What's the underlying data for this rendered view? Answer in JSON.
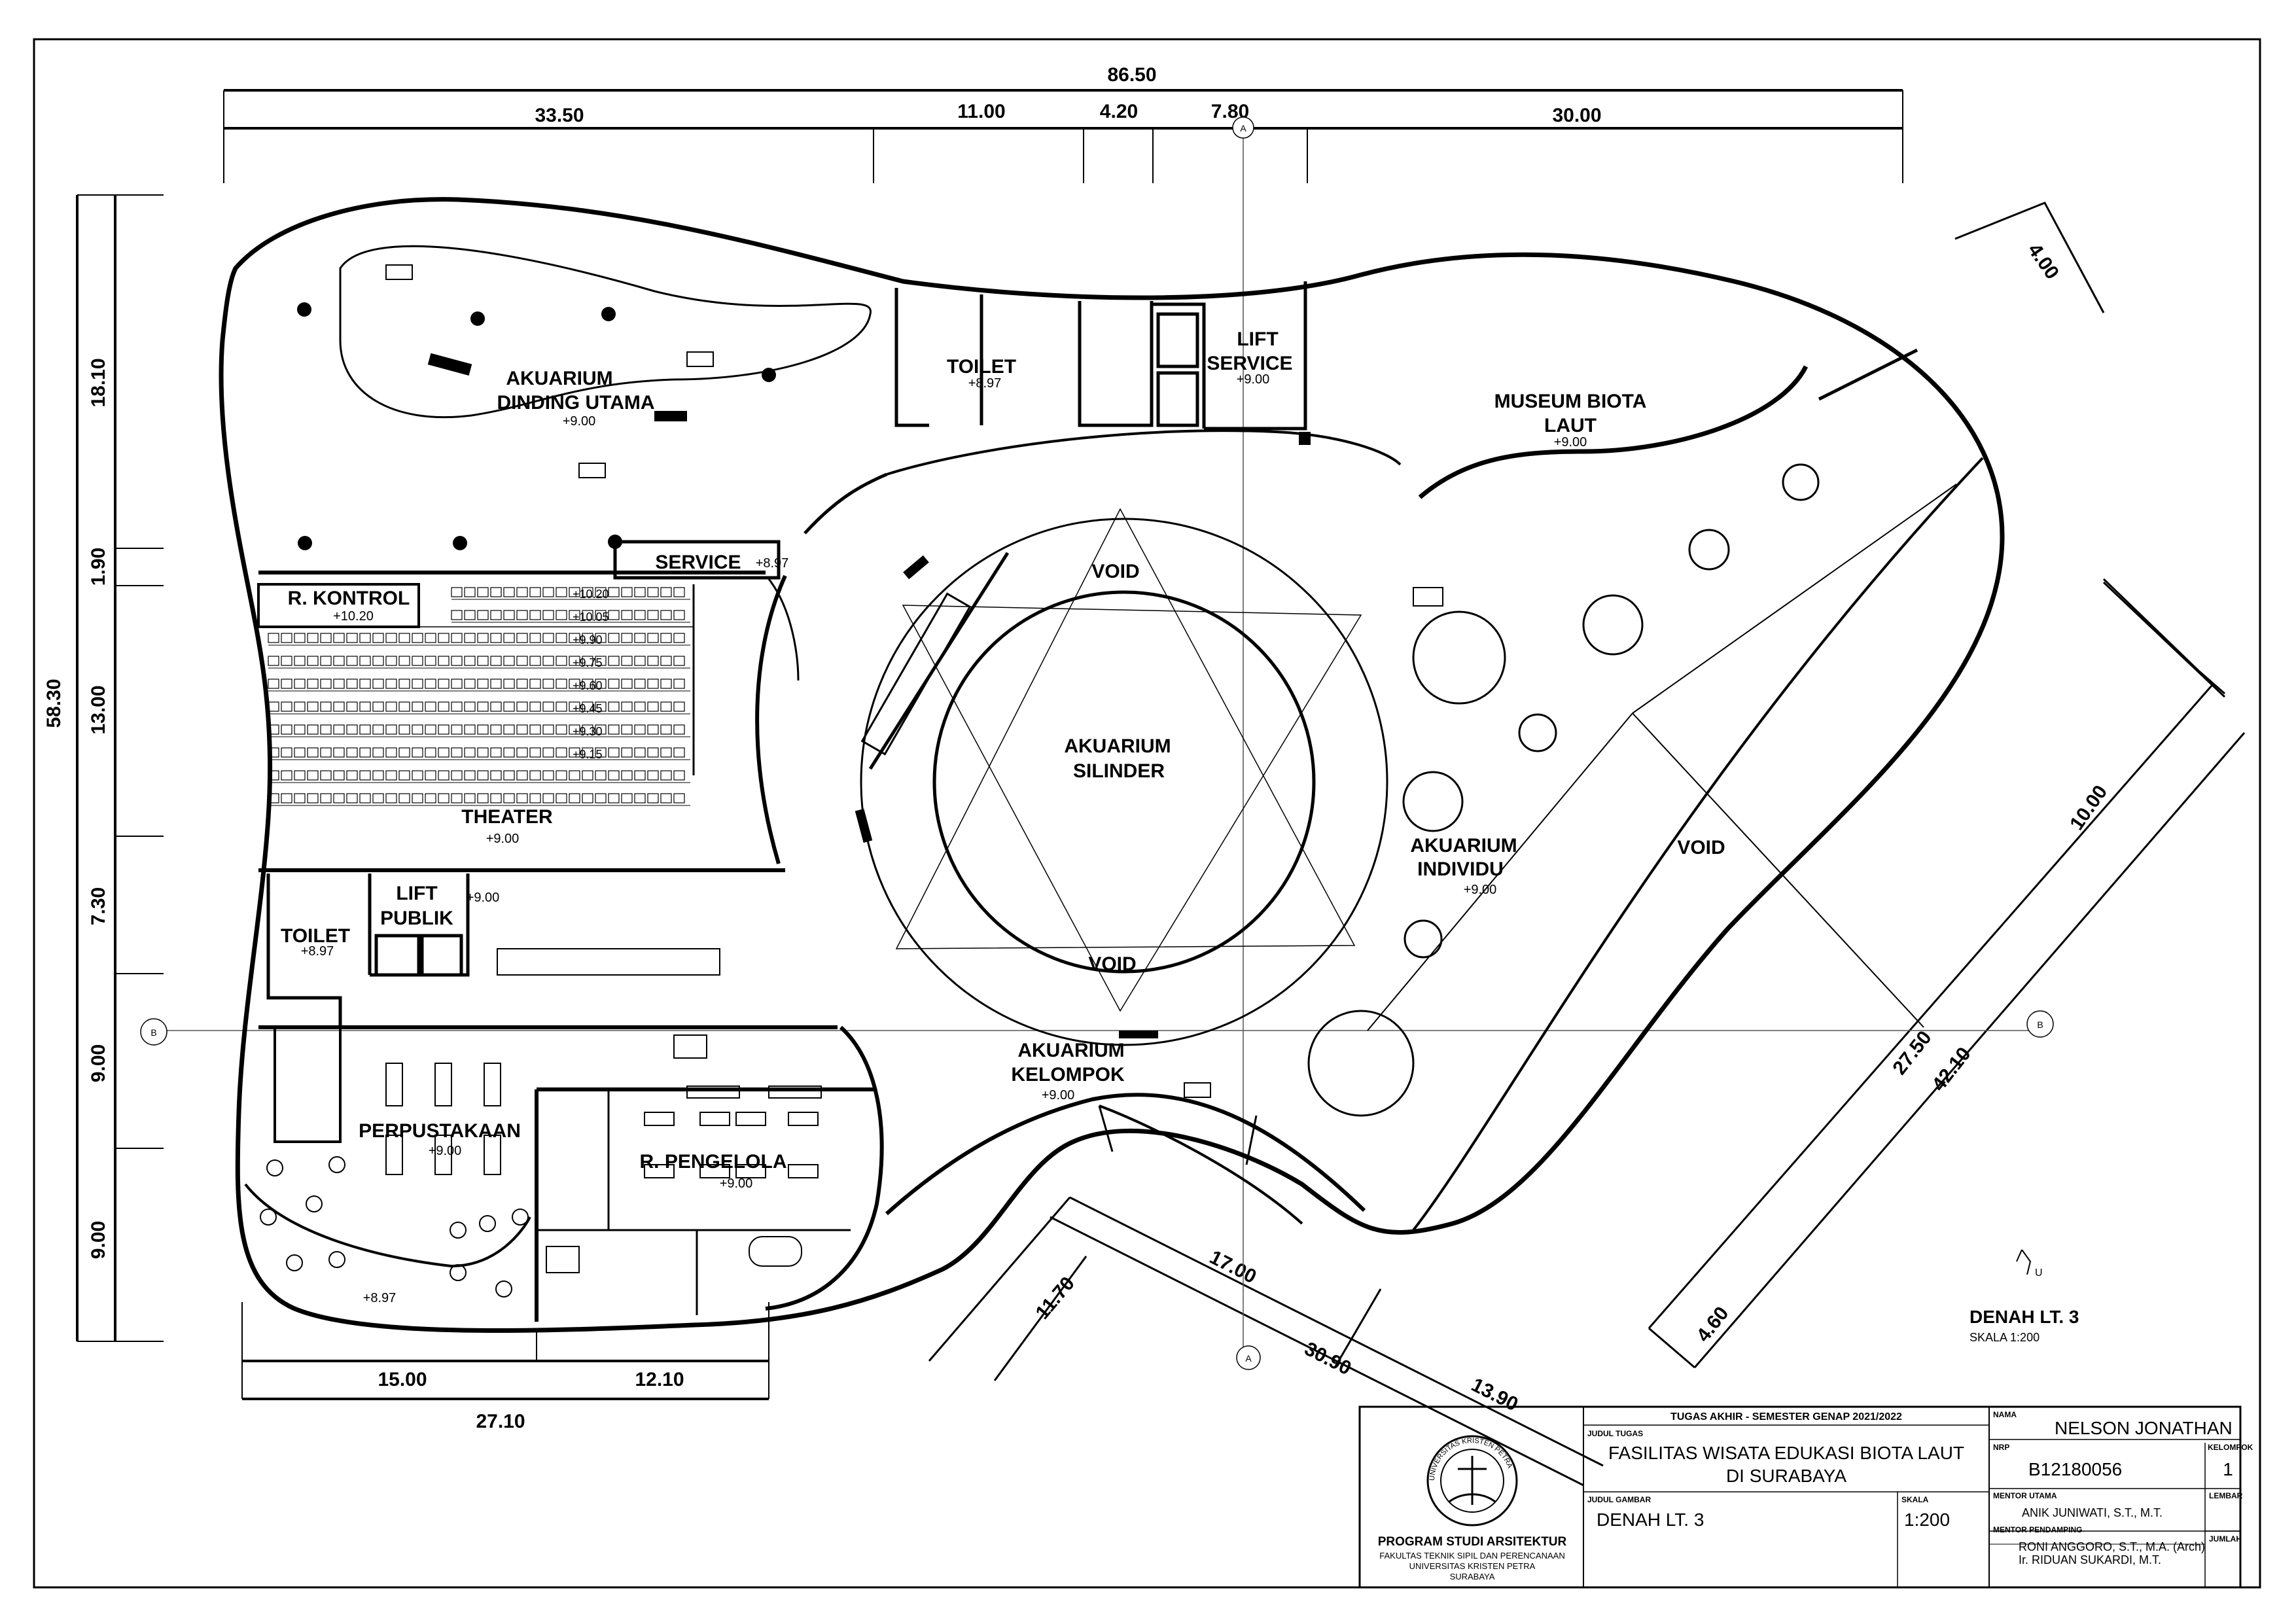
{
  "dimensions": {
    "total_top": "86.50",
    "top_segments": [
      "33.50",
      "11.00",
      "4.20",
      "7.80",
      "30.00"
    ],
    "left_total": "58.30",
    "left_segments": [
      "18.10",
      "1.90",
      "13.00",
      "7.30",
      "9.00",
      "9.00"
    ],
    "bottom_segments": [
      "15.00",
      "12.10"
    ],
    "bottom_total": "27.10",
    "right_top": "4.00",
    "right_side": "10.00",
    "right_lower": [
      "27.50",
      "42.10",
      "4.60"
    ],
    "bottom_diagonal": [
      "11.70",
      "17.00",
      "30.90",
      "13.90"
    ]
  },
  "grid": {
    "a": "A",
    "b": "B"
  },
  "rooms": {
    "akuarium_dinding": {
      "line1": "AKUARIUM",
      "line2": "DINDING UTAMA",
      "level": "+9.00"
    },
    "toilet_top": {
      "label": "TOILET",
      "level": "+8.97"
    },
    "lift_service": {
      "line1": "LIFT",
      "line2": "SERVICE",
      "level": "+9.00"
    },
    "museum": {
      "line1": "MUSEUM BIOTA",
      "line2": "LAUT",
      "level": "+9.00"
    },
    "service": {
      "label": "SERVICE",
      "level": "+8.97"
    },
    "kontrol": {
      "label": "R. KONTROL",
      "level": "+10.20"
    },
    "theater": {
      "label": "THEATER",
      "level": "+9.00"
    },
    "theater_levels": [
      "+10.20",
      "+10.05",
      "+9.90",
      "+9.75",
      "+9.60",
      "+9.45",
      "+9.30",
      "+9.15"
    ],
    "void_top": "VOID",
    "void_bottom": "VOID",
    "void_right": "VOID",
    "silinder": {
      "line1": "AKUARIUM",
      "line2": "SILINDER"
    },
    "individu": {
      "line1": "AKUARIUM",
      "line2": "INDIVIDU",
      "level": "+9.00"
    },
    "lift_publik": {
      "line1": "LIFT",
      "line2": "PUBLIK",
      "level": "+9.00"
    },
    "toilet_left": {
      "label": "TOILET",
      "level": "+8.97"
    },
    "kelompok": {
      "line1": "AKUARIUM",
      "line2": "KELOMPOK",
      "level": "+9.00"
    },
    "perpustakaan": {
      "label": "PERPUSTAKAAN",
      "level": "+9.00"
    },
    "pengelola": {
      "label": "R. PENGELOLA",
      "level": "+9.00"
    },
    "reading_level": "+8.97"
  },
  "drawing": {
    "title": "DENAH LT. 3",
    "scale": "SKALA 1:200",
    "north": "U"
  },
  "titleblock": {
    "program": "PROGRAM STUDI ARSITEKTUR",
    "faculty": "FAKULTAS TEKNIK SIPIL DAN PERENCANAAN",
    "university": "UNIVERSITAS KRISTEN PETRA",
    "city": "SURABAYA",
    "seal_text": "UNIVERSITAS KRISTEN PETRA",
    "header": "TUGAS AKHIR - SEMESTER GENAP 2021/2022",
    "judul_tugas_label": "JUDUL TUGAS",
    "judul_tugas_1": "FASILITAS WISATA EDUKASI BIOTA LAUT",
    "judul_tugas_2": "DI SURABAYA",
    "judul_gambar_label": "JUDUL GAMBAR",
    "judul_gambar": "DENAH LT. 3",
    "skala_label": "SKALA",
    "skala": "1:200",
    "nama_label": "NAMA",
    "nama": "NELSON JONATHAN",
    "nrp_label": "NRP",
    "nrp": "B12180056",
    "kelompok_label": "KELOMPOK",
    "kelompok": "1",
    "mentor_label": "MENTOR UTAMA",
    "mentor": "ANIK JUNIWATI, S.T., M.T.",
    "pendamping_label": "MENTOR PENDAMPING",
    "pendamping_1": "RONI ANGGORO, S.T., M.A. (Arch)",
    "pendamping_2": "Ir. RIDUAN SUKARDI, M.T.",
    "lembar_label": "LEMBAR",
    "jumlah_label": "JUMLAH"
  }
}
